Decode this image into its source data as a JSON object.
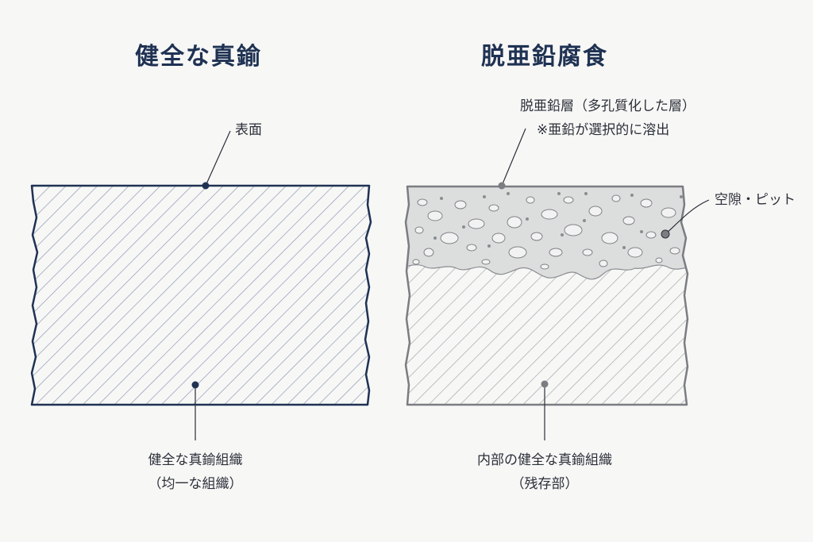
{
  "left_panel": {
    "title": "健全な真鍮",
    "surface_label": "表面",
    "bottom_label_line1": "健全な真鍮組織",
    "bottom_label_line2": "（均一な組織）"
  },
  "right_panel": {
    "title": "脱亜鉛腐食",
    "layer_label_line1": "脱亜鉛層（多孔質化した層）",
    "layer_label_line2": "※亜鉛が選択的に溶出",
    "pit_label": "空隙・ピット",
    "bottom_label_line1": "内部の健全な真鍮組織",
    "bottom_label_line2": "（残存部）"
  },
  "colors": {
    "title": "#1f3253",
    "left_outline": "#1f3253",
    "right_outline": "#7a7d82",
    "hatch_left": "#8e9bb0",
    "hatch_right": "#a6a8ab",
    "porous_fill": "#dcdddd"
  }
}
